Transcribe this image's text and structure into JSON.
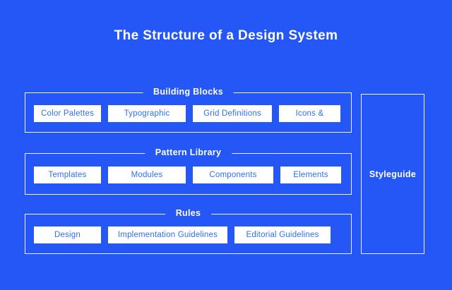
{
  "title": "The Structure of a Design System",
  "colors": {
    "background": "#2557F6",
    "box_fill": "#FFFFFF",
    "box_text": "#2E70F0",
    "border": "#F4F7FD",
    "heading_text": "#FFFFFF"
  },
  "sections": [
    {
      "label": "Building Blocks",
      "items": [
        "Color Palettes",
        "Typographic",
        "Grid Definitions",
        "Icons &"
      ]
    },
    {
      "label": "Pattern Library",
      "items": [
        "Templates",
        "Modules",
        "Components",
        "Elements"
      ]
    },
    {
      "label": "Rules",
      "items": [
        "Design",
        "Implementation Guidelines",
        "Editorial Guidelines"
      ]
    }
  ],
  "styleguide": {
    "label": "Styleguide"
  }
}
